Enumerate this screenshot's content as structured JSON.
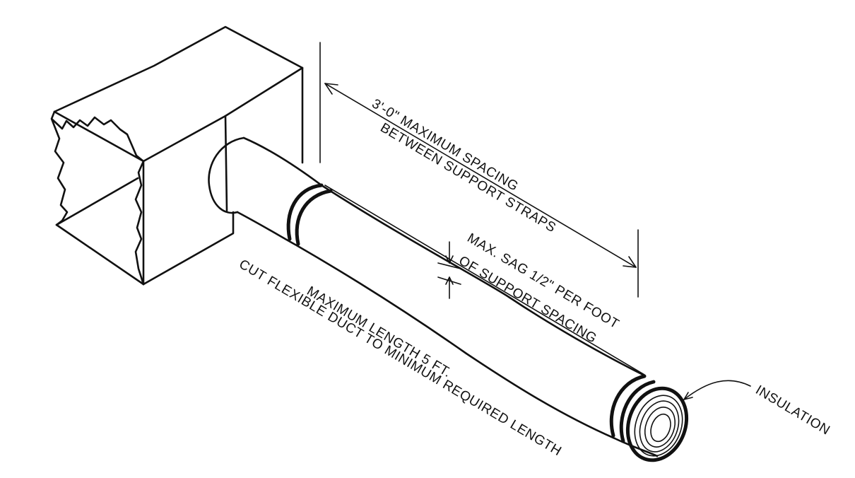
{
  "labels": {
    "spacing_line1": "3'-0\" MAXIMUM SPACING",
    "spacing_line2": "BETWEEN SUPPORT STRAPS",
    "sag_line1": "MAX. SAG 1/2\" PER FOOT",
    "sag_line2": "OF SUPPORT SPACING",
    "cut_line1": "CUT FLEXIBLE DUCT TO MINIMUM REQUIRED LENGTH",
    "cut_line2": "MAXIMUM LENGTH 5 FT.",
    "insulation": "INSULATION"
  },
  "colors": {
    "ink": "#111111",
    "paper": "#ffffff"
  }
}
